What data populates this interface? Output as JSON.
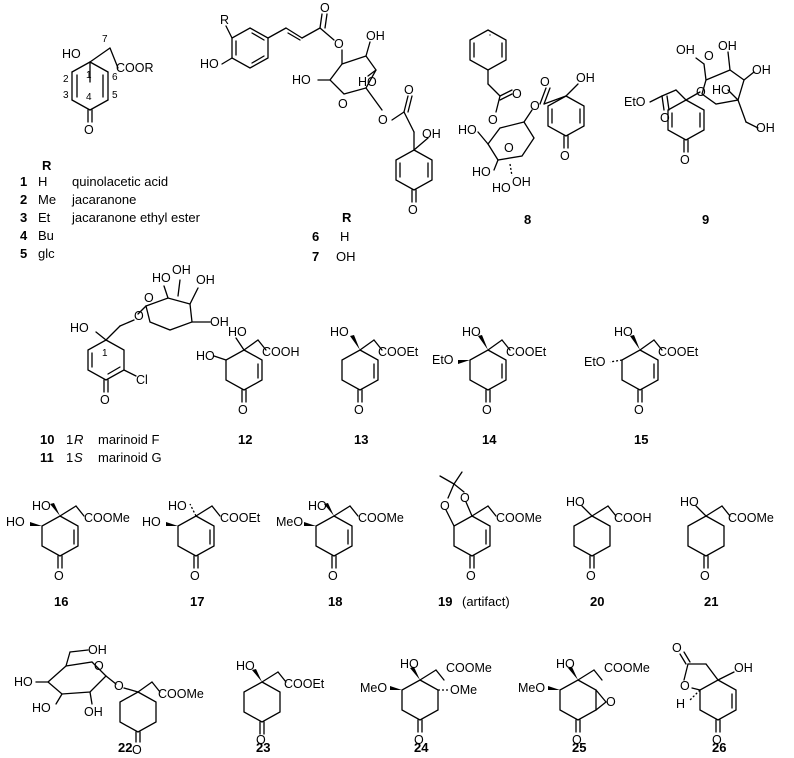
{
  "atoms": {
    "HO": "HO",
    "OH": "OH",
    "O": "O",
    "R": "R",
    "COOR": "COOR",
    "COOH": "COOH",
    "COOEt": "COOEt",
    "COOMe": "COOMe",
    "EtO": "EtO",
    "MeO": "MeO",
    "OMe": "OMe",
    "Cl": "Cl",
    "H": "H"
  },
  "numbering": {
    "n1": "1",
    "n2": "2",
    "n3": "3",
    "n4": "4",
    "n5": "5",
    "n6": "6",
    "n7": "7"
  },
  "table1": {
    "header": "R",
    "rows": [
      {
        "num": "1",
        "r": "H",
        "name": "quinolacetic acid"
      },
      {
        "num": "2",
        "r": "Me",
        "name": "jacaranone"
      },
      {
        "num": "3",
        "r": "Et",
        "name": "jacaranone ethyl ester"
      },
      {
        "num": "4",
        "r": "Bu",
        "name": ""
      },
      {
        "num": "5",
        "r": "glc",
        "name": ""
      }
    ]
  },
  "table2": {
    "header": "R",
    "rows": [
      {
        "num": "6",
        "r": "H"
      },
      {
        "num": "7",
        "r": "OH"
      }
    ]
  },
  "table3": {
    "rows": [
      {
        "num": "10",
        "config_num": "1",
        "config_letter": "R",
        "name": "marinoid F"
      },
      {
        "num": "11",
        "config_num": "1",
        "config_letter": "S",
        "name": "marinoid G"
      }
    ]
  },
  "labels": {
    "c8": "8",
    "c9": "9",
    "c12": "12",
    "c13": "13",
    "c14": "14",
    "c15": "15",
    "c16": "16",
    "c17": "17",
    "c18": "18",
    "c19": "19",
    "c19_note": "(artifact)",
    "c20": "20",
    "c21": "21",
    "c22": "22",
    "c23": "23",
    "c24": "24",
    "c25": "25",
    "c26": "26"
  }
}
